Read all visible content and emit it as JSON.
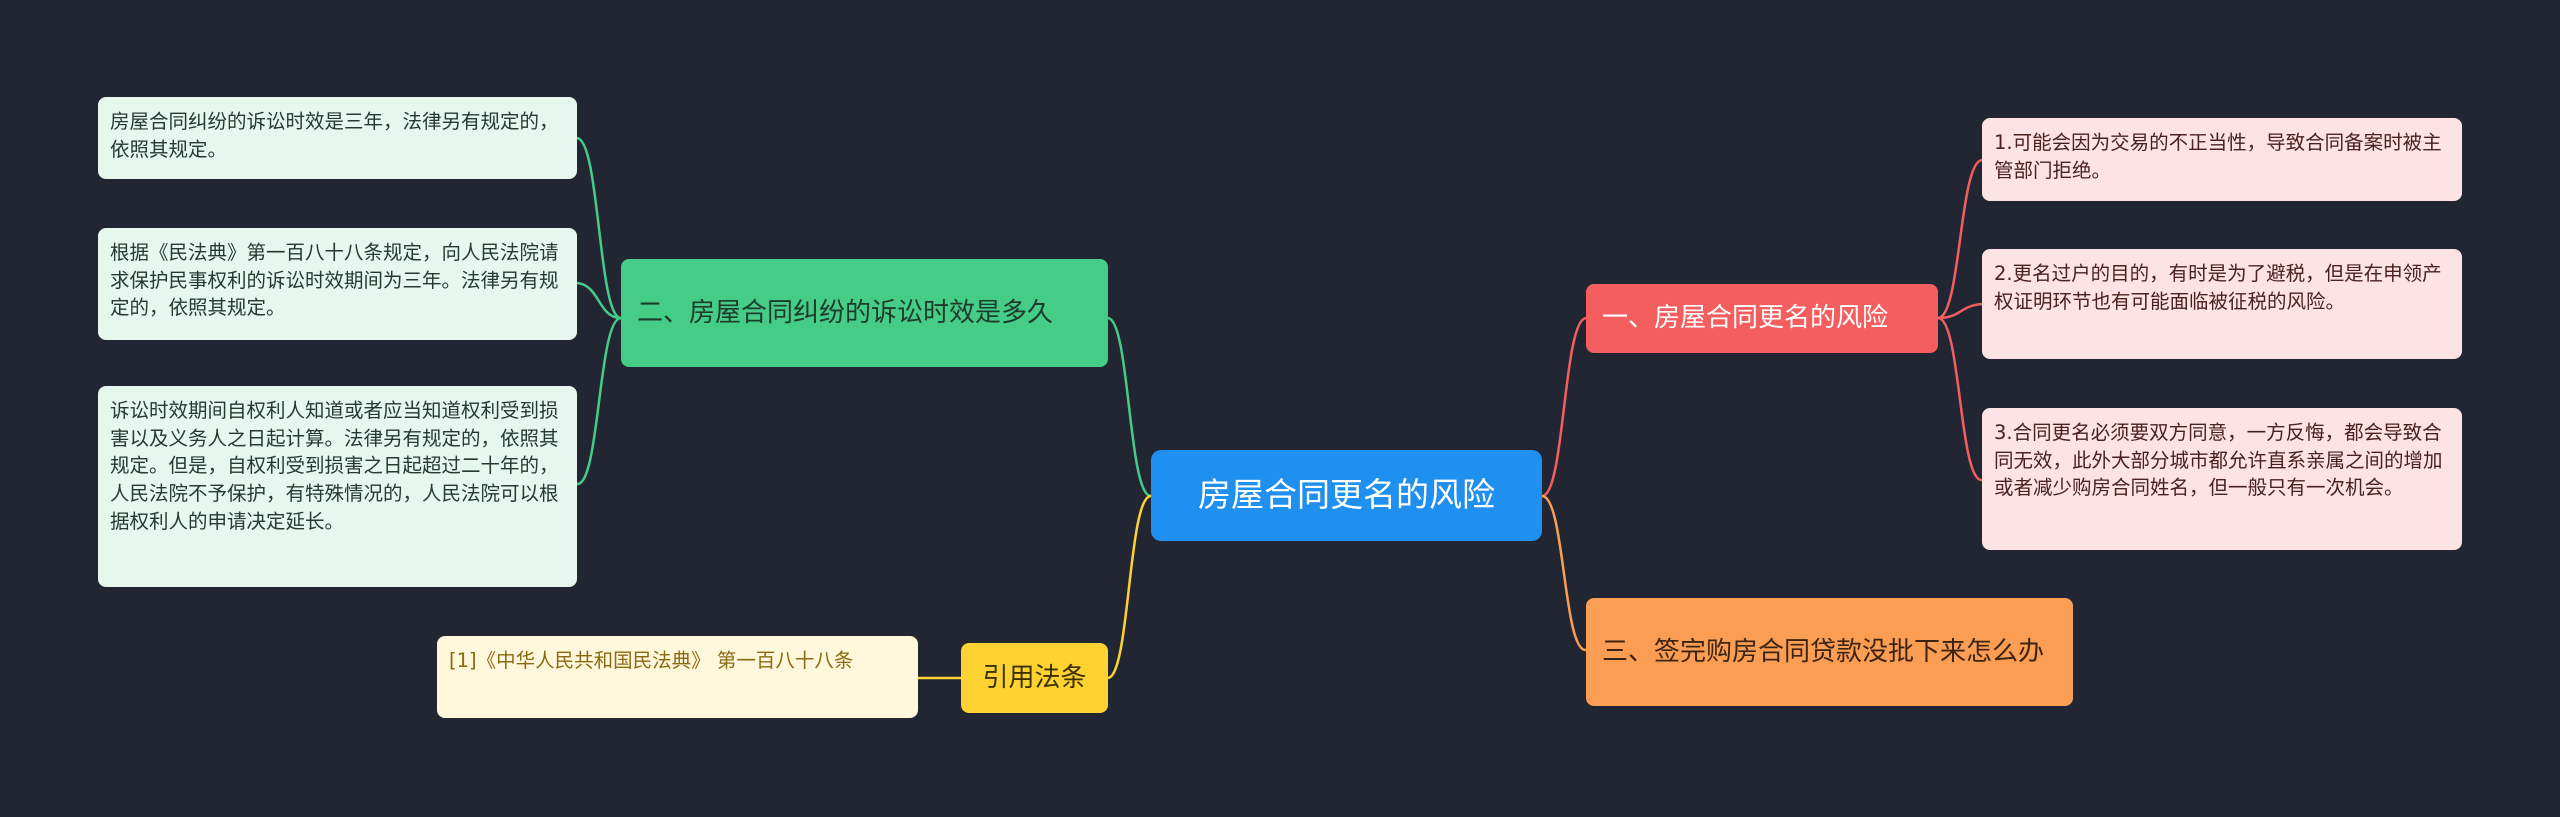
{
  "root": {
    "label": "房屋合同更名的风险"
  },
  "branches": {
    "period": {
      "label": "二、房屋合同纠纷的诉讼时效是多久",
      "leaves": [
        "房屋合同纠纷的诉讼时效是三年，法律另有规定的，依照其规定。",
        "根据《民法典》第一百八十八条规定，向人民法院请求保护民事权利的诉讼时效期间为三年。法律另有规定的，依照其规定。",
        "诉讼时效期间自权利人知道或者应当知道权利受到损害以及义务人之日起计算。法律另有规定的，依照其规定。但是，自权利受到损害之日起超过二十年的，人民法院不予保护，有特殊情况的，人民法院可以根据权利人的申请决定延长。"
      ]
    },
    "citation": {
      "label": "引用法条",
      "leaves": [
        "[1]《中华人民共和国民法典》 第一百八十八条"
      ]
    },
    "risk": {
      "label": "一、房屋合同更名的风险",
      "leaves": [
        "1.可能会因为交易的不正当性，导致合同备案时被主管部门拒绝。",
        "2.更名过户的目的，有时是为了避税，但是在申领产权证明环节也有可能面临被征税的风险。",
        "3.合同更名必须要双方同意，一方反悔，都会导致合同无效，此外大部分城市都允许直系亲属之间的增加或者减少购房合同姓名，但一般只有一次机会。"
      ]
    },
    "loan": {
      "label": "三、签完购房合同贷款没批下来怎么办"
    }
  },
  "colors": {
    "background": "#222633",
    "root": "#1f8ff0",
    "green": "#45cc86",
    "red": "#f45e5e",
    "orange": "#fb9e53",
    "yellow": "#fdd231"
  }
}
